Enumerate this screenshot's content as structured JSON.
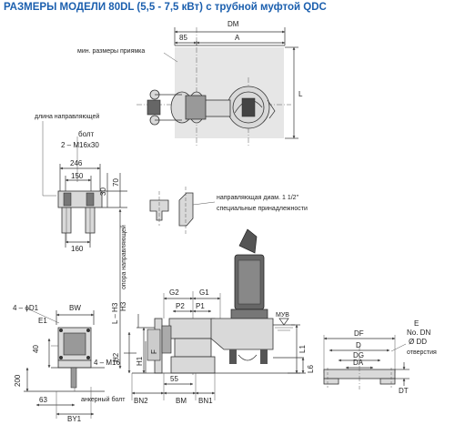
{
  "title": "РАЗМЕРЫ МОДЕЛИ 80DL (5,5 - 7,5 кВт) с трубной муфтой QDC",
  "labels": {
    "min_pit": "мин. размеры приямка",
    "dm": "DM",
    "d85": "85",
    "a": "A",
    "l_right": "L",
    "guide_len": "длина направляющей",
    "bolt": "болт",
    "bolt_spec": "2 – M16x30",
    "d246": "246",
    "d150": "150",
    "d30": "30",
    "d70": "70",
    "d160": "160",
    "guide_dia": "направляющая диам. 1 1/2\"",
    "accessories": "специальные принадлежности",
    "guide_support": "опора направляющей",
    "l_h3": "L – H3",
    "d1": "4 – ϕD1",
    "bw": "BW",
    "e1": "E1",
    "d40": "40",
    "m16": "4 – M16",
    "anchor": "анкерный болт",
    "d200": "200",
    "d63": "63",
    "by1": "BY1",
    "g2": "G2",
    "g1": "G1",
    "p2": "P2",
    "p1": "P1",
    "h3": "H3",
    "h1": "H1",
    "h2": "H2",
    "f": "F",
    "d55": "55",
    "bn2": "BN2",
    "bm": "BM",
    "bn1": "BN1",
    "muv": "МУВ",
    "l1": "L1",
    "l6": "L6",
    "df": "DF",
    "e": "E",
    "no_dn": "No. DN",
    "d": "D",
    "dd": "Ø DD",
    "dg": "DG",
    "da": "DA",
    "holes": "отверстия",
    "dt": "DT"
  }
}
